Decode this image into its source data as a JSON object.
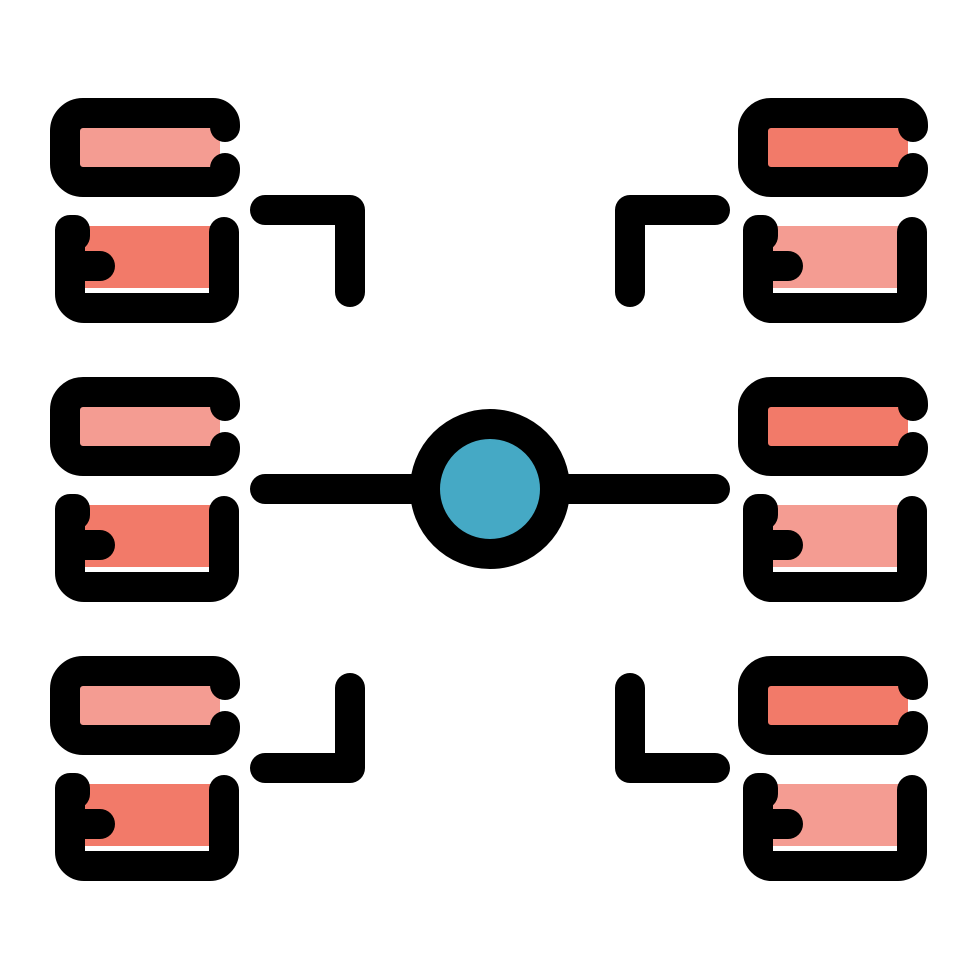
{
  "icon": {
    "name": "network-hub-server-icon",
    "colors": {
      "background": "#ffffff",
      "stroke": "#000000",
      "fill_light": "#F49C92",
      "fill_dark": "#F27A69",
      "hub_fill": "#45A9C5"
    },
    "server_stacks": [
      {
        "id": "top-left",
        "side": "left"
      },
      {
        "id": "middle-left",
        "side": "left"
      },
      {
        "id": "bottom-left",
        "side": "left"
      },
      {
        "id": "top-right",
        "side": "right"
      },
      {
        "id": "middle-right",
        "side": "right"
      },
      {
        "id": "bottom-right",
        "side": "right"
      }
    ],
    "hub": {
      "id": "center-hub"
    }
  }
}
